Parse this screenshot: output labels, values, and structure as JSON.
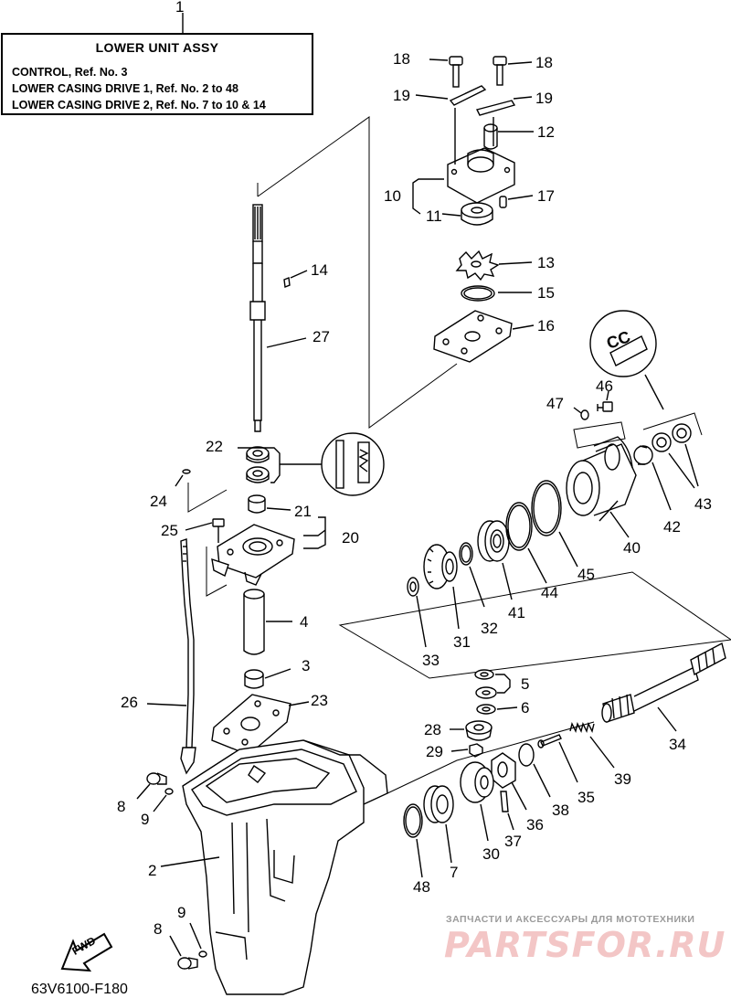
{
  "title_block": {
    "ref_number": "1",
    "heading": "LOWER UNIT ASSY",
    "lines": [
      "CONTROL, Ref. No. 3",
      "LOWER CASING DRIVE 1, Ref. No. 2 to 48",
      "LOWER CASING DRIVE 2, Ref. No. 7 to 10 & 14"
    ]
  },
  "callouts": {
    "c2": "2",
    "c3": "3",
    "c4": "4",
    "c5": "5",
    "c6": "6",
    "c7": "7",
    "c8a": "8",
    "c8b": "8",
    "c9a": "9",
    "c9b": "9",
    "c10": "10",
    "c11": "11",
    "c12": "12",
    "c13": "13",
    "c14": "14",
    "c15": "15",
    "c16": "16",
    "c17": "17",
    "c18a": "18",
    "c18b": "18",
    "c19a": "19",
    "c19b": "19",
    "c20": "20",
    "c21": "21",
    "c22": "22",
    "c23": "23",
    "c24": "24",
    "c25": "25",
    "c26": "26",
    "c27": "27",
    "c28": "28",
    "c29": "29",
    "c30": "30",
    "c31": "31",
    "c32": "32",
    "c33": "33",
    "c34": "34",
    "c35": "35",
    "c36": "36",
    "c37": "37",
    "c38": "38",
    "c39": "39",
    "c40": "40",
    "c41": "41",
    "c42": "42",
    "c43": "43",
    "c44": "44",
    "c45": "45",
    "c46": "46",
    "c47": "47",
    "c48": "48"
  },
  "fwd_label": "FWD",
  "cc_label": "CC",
  "footer_code": "63V6100-F180",
  "watermark": {
    "caption": "ЗАПЧАСТИ И АКСЕССУАРЫ ДЛЯ МОТОТЕХНИКИ",
    "logo": "PARTSFOR.RU"
  }
}
